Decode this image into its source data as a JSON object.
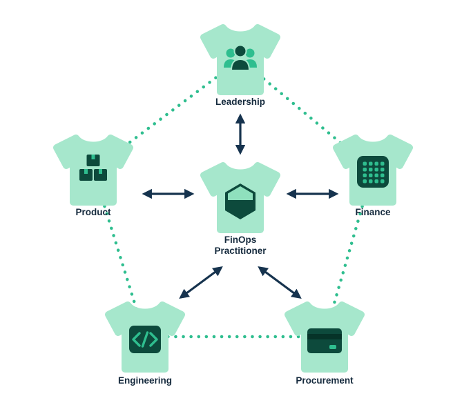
{
  "diagram": {
    "type": "relationship-diagram",
    "colors": {
      "background": "#ffffff",
      "shirt": "#A6E7CC",
      "icon_dark": "#0D4A3C",
      "icon_darker": "#063328",
      "accent_green": "#2FBE8F",
      "icon_light": "#8FE0BD",
      "arrow": "#16334E",
      "label_text": "#152A3D"
    },
    "nodes": [
      {
        "id": "leadership",
        "label": "Leadership",
        "icon": "team-icon"
      },
      {
        "id": "product",
        "label": "Product",
        "icon": "packages-icon"
      },
      {
        "id": "finance",
        "label": "Finance",
        "icon": "calculator-icon"
      },
      {
        "id": "finops",
        "label": "FinOps Practitioner",
        "label_line1": "FinOps",
        "label_line2": "Practitioner",
        "icon": "finops-logo-icon"
      },
      {
        "id": "engineering",
        "label": "Engineering",
        "icon": "code-icon"
      },
      {
        "id": "procurement",
        "label": "Procurement",
        "icon": "credit-card-icon"
      }
    ],
    "edges": {
      "solid_double_arrows": [
        "finops-leadership",
        "finops-product",
        "finops-finance",
        "finops-engineering",
        "finops-procurement"
      ],
      "dotted_connections": [
        "leadership-product",
        "leadership-finance",
        "product-engineering",
        "finance-procurement",
        "engineering-procurement"
      ]
    }
  }
}
